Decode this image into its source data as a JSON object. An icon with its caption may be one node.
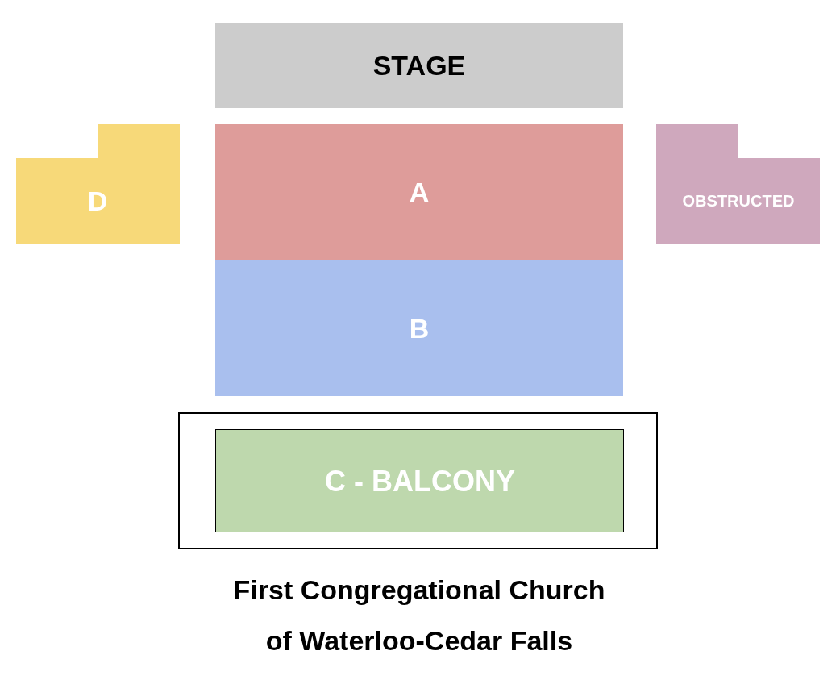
{
  "diagram": {
    "caption": "First Congregational Church of Waterloo-Cedar Falls",
    "nodes": [
      {
        "text": [
          "STAGE"
        ]
      },
      {
        "text": [
          "D"
        ]
      },
      {
        "text": [
          "A"
        ]
      },
      {
        "text": [
          "OBSTRUCTED"
        ]
      },
      {
        "text": [
          "B"
        ]
      },
      {
        "text": [],
        "shape": "box"
      },
      {
        "text": [
          "C - BALCONY"
        ],
        "in": 5
      }
    ]
  }
}
